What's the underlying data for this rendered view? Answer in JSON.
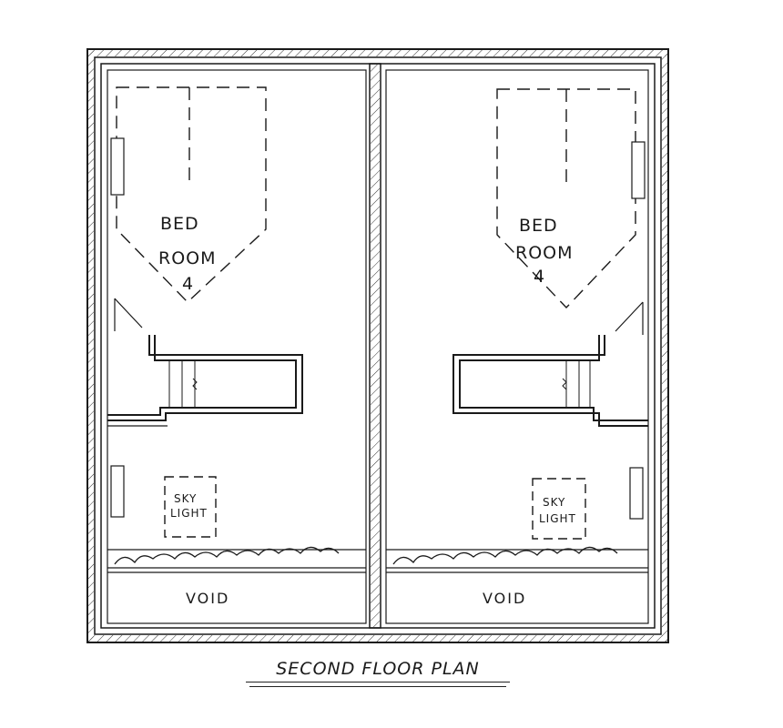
{
  "plan": {
    "left_unit": {
      "bedroom_line1": "BED",
      "bedroom_line2": "ROOM",
      "bedroom_number": "4",
      "skylight_line1": "SKY",
      "skylight_line2": "LIGHT",
      "void_label": "VOID"
    },
    "right_unit": {
      "bedroom_line1": "BED",
      "bedroom_line2": "ROOM",
      "bedroom_number": "4",
      "skylight_line1": "SKY",
      "skylight_line2": "LIGHT",
      "void_label": "VOID"
    },
    "caption": "SECOND FLOOR PLAN"
  }
}
